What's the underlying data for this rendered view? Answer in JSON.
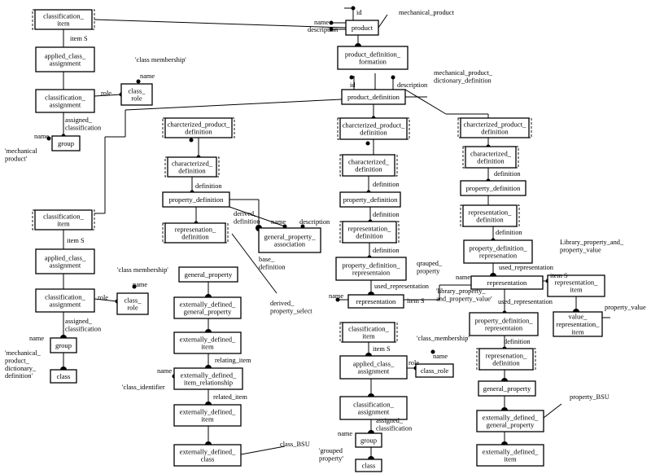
{
  "diagram": {
    "boxes": {
      "classification_item_1": [
        "classification_",
        "item"
      ],
      "applied_class_assignment_1": [
        "applied_class_",
        "assignment"
      ],
      "classification_assignment_1": [
        "classification_",
        "assignment"
      ],
      "class_role_1": [
        "class_",
        "role"
      ],
      "group_1": [
        "group"
      ],
      "product": [
        "product"
      ],
      "product_definition_formation": [
        "product_definition_",
        "formation"
      ],
      "product_definition": [
        "product_definition"
      ],
      "cpd_1": [
        "charcterized_product_",
        "definition"
      ],
      "cd_1": [
        "characterized_",
        "definition"
      ],
      "property_definition_1": [
        "property_definition"
      ],
      "rep_def_1": [
        "represenation_",
        "definition"
      ],
      "gpa": [
        "general_property_",
        "association"
      ],
      "classification_item_2": [
        "classification_",
        "item"
      ],
      "applied_class_assignment_2": [
        "applied_class_",
        "assignment"
      ],
      "classification_assignment_2": [
        "classification_",
        "assignment"
      ],
      "class_role_2": [
        "class_",
        "role"
      ],
      "group_2": [
        "group"
      ],
      "class_2": [
        "class"
      ],
      "general_property_1": [
        "general_property"
      ],
      "edgp_1": [
        "externally_defined_",
        "general_property"
      ],
      "edi_1": [
        "externally_defined_",
        "item"
      ],
      "edir": [
        "externally_defined_",
        "item_relationship"
      ],
      "edi_2": [
        "externally_defined_",
        "item"
      ],
      "edc": [
        "externally_defined_",
        "class"
      ],
      "cpd_2": [
        "charcterized_product_",
        "definition"
      ],
      "cd_2": [
        "characterized_",
        "definition"
      ],
      "property_definition_2": [
        "property_definition"
      ],
      "rep_def_2": [
        "representation_",
        "definition"
      ],
      "pdr_1": [
        "property_definition_",
        "representaion"
      ],
      "representation_1": [
        "representation"
      ],
      "classification_item_3": [
        "classification_",
        "item"
      ],
      "applied_class_assignment_3": [
        "applied_class_",
        "assignment"
      ],
      "class_role_3": [
        "class_role"
      ],
      "classification_assignment_3": [
        "classification_",
        "assignment"
      ],
      "group_3": [
        "group"
      ],
      "class_3": [
        "class"
      ],
      "cpd_3": [
        "charcterized_product_",
        "definition"
      ],
      "cd_3": [
        "characterized_",
        "definition"
      ],
      "property_definition_3": [
        "property_definition"
      ],
      "rep_def_3": [
        "representation_",
        "definition"
      ],
      "pdr_2": [
        "property_definition_",
        "represenation"
      ],
      "representation_2": [
        "representation"
      ],
      "representation_item": [
        "representation_",
        "item"
      ],
      "value_representation_item": [
        "value_",
        "representation_",
        "item"
      ],
      "pdr_3": [
        "property_definition_",
        "representaion"
      ],
      "rep_def_4": [
        "represenation_",
        "definition"
      ],
      "general_property_2": [
        "general_property"
      ],
      "edgp_2": [
        "externally_defined_",
        "general_property"
      ],
      "edi_3": [
        "externally_defined_",
        "item"
      ]
    },
    "labels": {
      "item_s_1": "item S",
      "class_membership_1": "'class membership'",
      "name_1": "name",
      "role_1": "role",
      "assigned_classification_1": [
        "assigned_",
        "classification"
      ],
      "name_2": "name",
      "mechanical_product_q": [
        "'mechanical",
        "product'"
      ],
      "id_product": "id",
      "name_product": "name",
      "description_product": "description",
      "mechanical_product": "mechanical_product",
      "id_pd": "id",
      "description_pd": "description",
      "mpdd": [
        "mechanical_product_",
        "dictionary_definition"
      ],
      "definition_1": "definition",
      "derived_definition": [
        "derived_",
        "definition"
      ],
      "name_3": "name",
      "description_3": "description",
      "base_definition": [
        "base_",
        "definition"
      ],
      "derived_property_select": [
        "derived_",
        "property_select"
      ],
      "item_s_2": "item S",
      "class_membership_2": "'class membership'",
      "name_4": "name",
      "role_2": "role",
      "assigned_classification_2": [
        "assigned_",
        "classification"
      ],
      "name_5": "name",
      "mpdd_q": [
        "'mechanical_",
        "product_",
        "dictionary_",
        "definition'"
      ],
      "relating_item": "relating_item",
      "name_6": "name",
      "class_identifier": "'class_identifier",
      "related_item": "related_item",
      "class_bsu": "class_BSU",
      "grouped_property_q": [
        "'grouped",
        "property'"
      ],
      "definition_2": "definition",
      "definition_3": "definition",
      "definition_4": "definition",
      "grouped_property": [
        "qrauped_",
        "property"
      ],
      "used_representation_1": "used_representation",
      "name_7": "name",
      "item_s_3": "item S",
      "item_s_4": "item S",
      "class_membership_3": "'class_membership'",
      "name_8": "name",
      "role_3": "role",
      "assigned_classification_3": [
        "assigned_",
        "classification"
      ],
      "name_9": "name",
      "definition_5": "definition",
      "definition_6": "definition",
      "library_pv": [
        "Library_property_and_",
        "property_value"
      ],
      "used_representation_2": "used_representation",
      "name_10": "name",
      "item_s_5": "item S",
      "library_pv_q": [
        "'library_property_",
        "and_property_value'"
      ],
      "used_representation_3": "used_representation",
      "property_value": "property_value",
      "definition_7": "definition",
      "property_bsu": "property_BSU"
    }
  }
}
